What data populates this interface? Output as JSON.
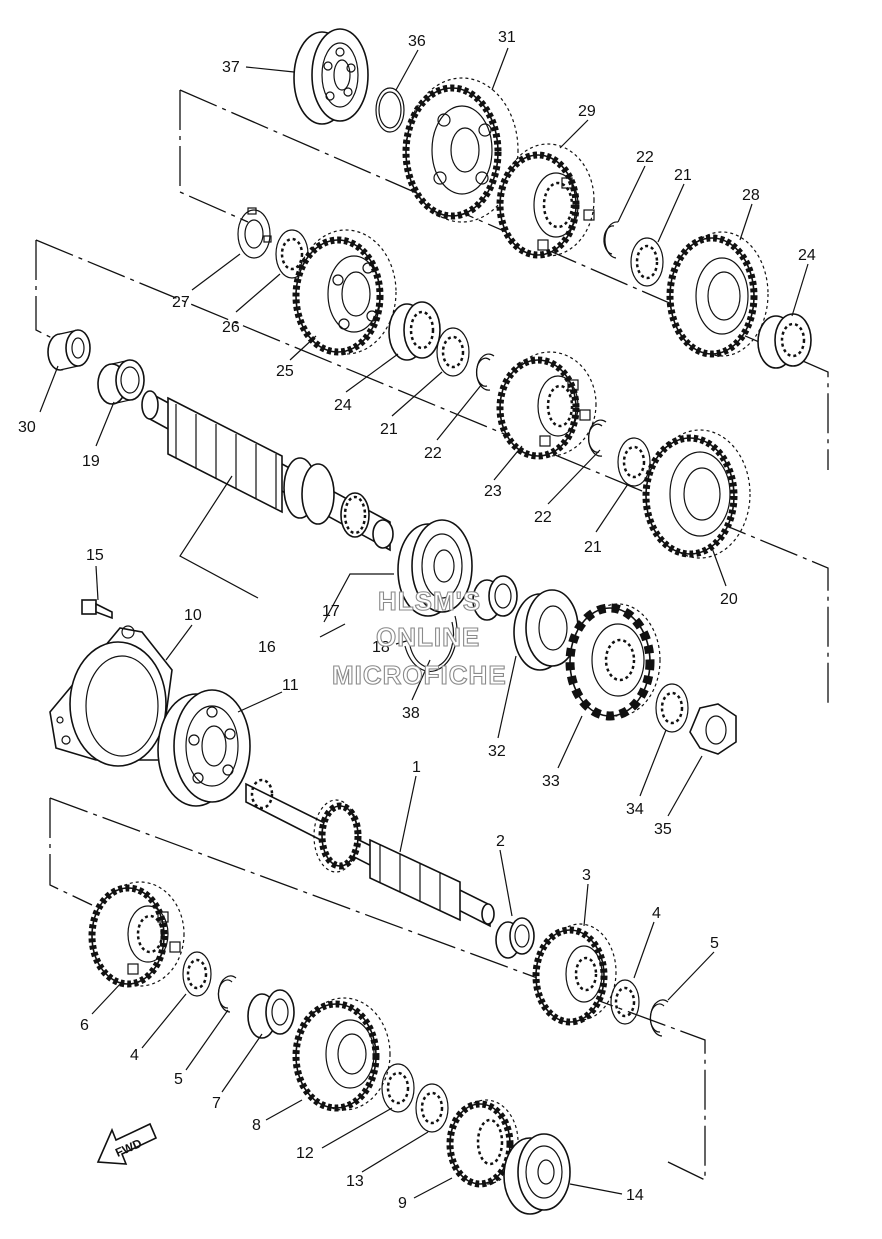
{
  "diagram": {
    "watermark": [
      "HLSM'S",
      "ONLINE",
      "MICROFICHE"
    ],
    "direction_label": "FWD",
    "callouts": {
      "c1": "1",
      "c2": "2",
      "c3": "3",
      "c4a": "4",
      "c4b": "4",
      "c5a": "5",
      "c5b": "5",
      "c6": "6",
      "c7": "7",
      "c8": "8",
      "c9": "9",
      "c10": "10",
      "c11": "11",
      "c12": "12",
      "c13": "13",
      "c14": "14",
      "c15": "15",
      "c16": "16",
      "c17": "17",
      "c18": "18",
      "c19": "19",
      "c20": "20",
      "c21a": "21",
      "c21b": "21",
      "c21c": "21",
      "c22a": "22",
      "c22b": "22",
      "c22c": "22",
      "c23": "23",
      "c24a": "24",
      "c24b": "24",
      "c25": "25",
      "c26": "26",
      "c27": "27",
      "c28": "28",
      "c29": "29",
      "c30": "30",
      "c31": "31",
      "c32": "32",
      "c33": "33",
      "c34": "34",
      "c35": "35",
      "c36": "36",
      "c37": "37",
      "c38": "38"
    }
  }
}
